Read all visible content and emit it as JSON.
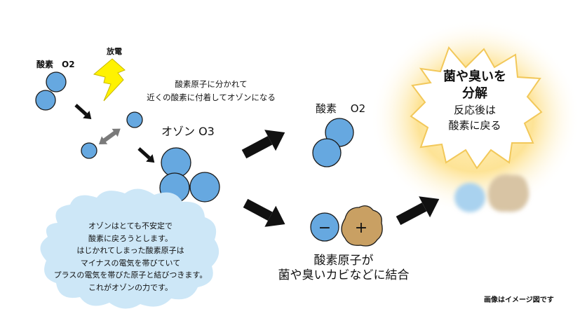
{
  "labels": {
    "o2_small": "酸素　O2",
    "spark": "放電",
    "split_note_line1": "酸素原子に分かれて",
    "split_note_line2": "近くの酸素に付着してオゾンになる",
    "ozone": "オゾン O3",
    "o2_result": "酸素　 O2",
    "cloud_line1": "オゾンはとても不安定で",
    "cloud_line2": "酸素に戻ろうとします。",
    "cloud_line3": "はじかれてしまった酸素原子は",
    "cloud_line4": "マイナスの電気を帯びていて",
    "cloud_line5": "プラスの電気を帯びた原子と結びつきます。",
    "cloud_line6": "これがオゾンの力です。",
    "bind_line1": "酸素原子が",
    "bind_line2": "菌や臭いカビなどに結合",
    "burst_line1": "菌や臭いを",
    "burst_line2": "分解",
    "burst_line3": "反応後は",
    "burst_line4": "酸素に戻る",
    "footnote": "画像はイメージ図です",
    "minus_sign": "−",
    "plus_sign": "+"
  },
  "icons": [
    "lightning-bolt-icon",
    "arrow-icon",
    "double-arrow-icon",
    "explosion-burst-icon",
    "cloud-icon"
  ],
  "colors": {
    "atom_fill": "#66a8e0",
    "atom_stroke": "#1a1a1a",
    "bolt_fill": "#fff200",
    "bacteria_fill": "#c9a063",
    "cloud_fill": "#cde7f7",
    "glow": "#fbd97a",
    "arrow": "#111111",
    "double_arrow": "#7a7a7a"
  }
}
